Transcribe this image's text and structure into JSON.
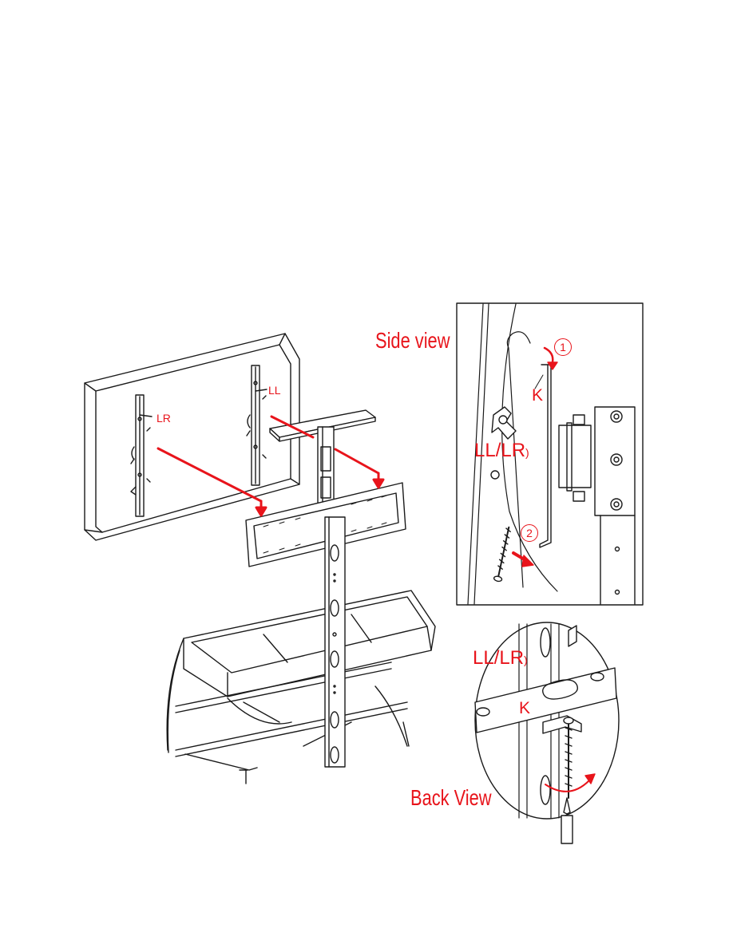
{
  "labels": {
    "side_view": "Side view",
    "back_view": "Back View",
    "ll": "LL",
    "lr": "LR",
    "k_side": "K",
    "k_back": "K",
    "ll_lr_side": "LL/LR",
    "ll_lr_back": "LL/LR",
    "paren": ")",
    "step1": "1",
    "step2": "2"
  },
  "colors": {
    "line": "#1a1a1a",
    "accent": "#e8141b",
    "background": "#ffffff"
  }
}
